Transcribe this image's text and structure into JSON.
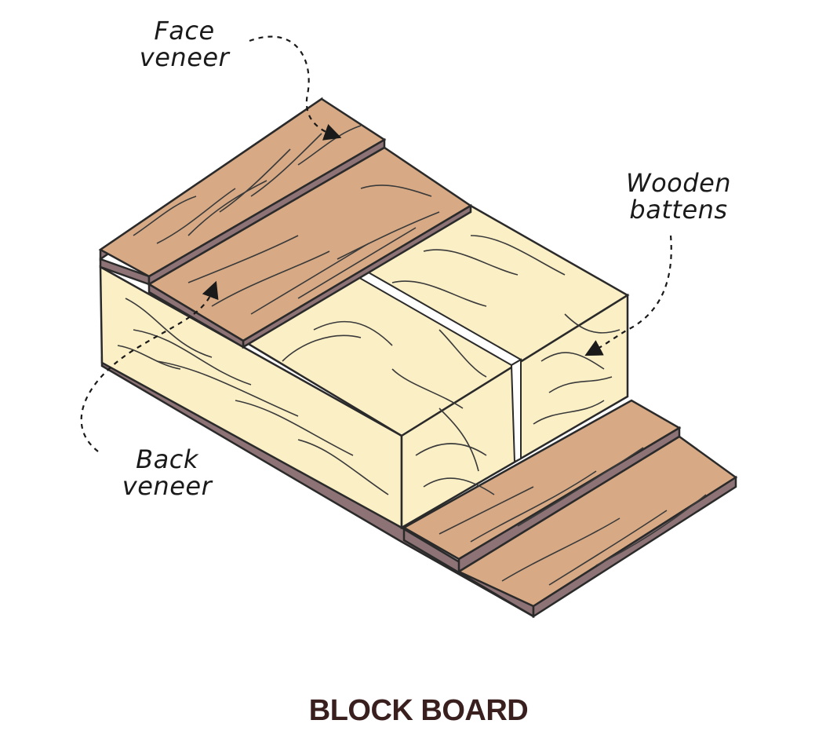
{
  "title": "BLOCK BOARD",
  "labels": {
    "face_veneer": [
      "Face",
      "veneer"
    ],
    "wooden_battens": [
      "Wooden",
      "battens"
    ],
    "back_veneer": [
      "Back",
      "veneer"
    ]
  },
  "colors": {
    "veneer": "#d7aa85",
    "veneer_edge": "#8d7376",
    "core": "#fbefc6",
    "outline": "#2a2a2a",
    "title": "#3a1f1f"
  }
}
